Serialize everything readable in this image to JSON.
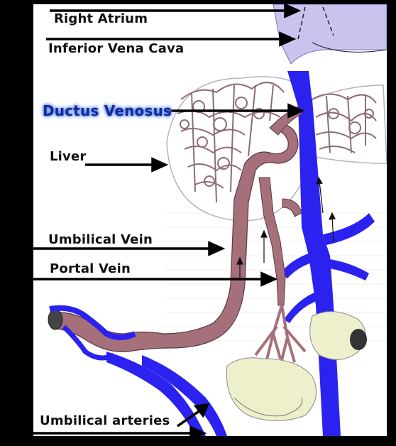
{
  "labels": {
    "right_atrium": "Right Atrium",
    "inferior_vena_cava": "Inferior Vena Cava",
    "ductus_venosus": "Ductus Venosus",
    "liver": "Liver",
    "umbilical_vein": "Umbilical Vein",
    "portal_vein": "Portal Vein",
    "umbilical_arteries": "Umbilical arteries"
  },
  "colors": {
    "vein_blue": "#2b22f0",
    "umbilical_vein": "#a5707a",
    "liver_outline": "#8e6b78",
    "arrow": "#000000",
    "highlight_glow": "#3b78ff"
  }
}
